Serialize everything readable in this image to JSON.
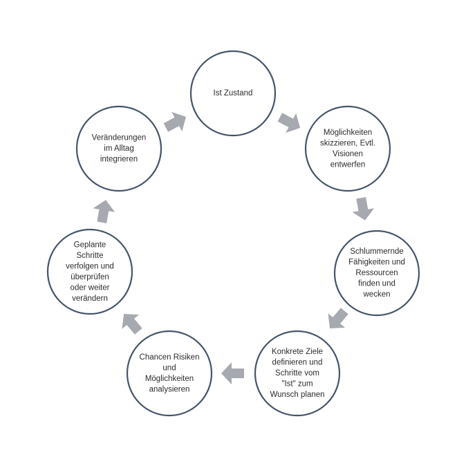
{
  "diagram": {
    "type": "cycle",
    "colors": {
      "circle_stroke": "#44546a",
      "circle_fill": "#ffffff",
      "arrow": "#a6a9af",
      "text": "#2b2b2b"
    },
    "stages": [
      {
        "lines": [
          "Ist Zustand"
        ]
      },
      {
        "lines": [
          "Möglichkeiten",
          "skizzieren, Evtl.",
          "Visionen",
          "entwerfen"
        ]
      },
      {
        "lines": [
          "Schlummernde",
          "Fähigkeiten und",
          "Ressourcen",
          "finden und",
          "wecken"
        ]
      },
      {
        "lines": [
          "Konkrete Ziele",
          "definieren und",
          "Schritte vom",
          "\"Ist\" zum",
          "Wunsch planen"
        ]
      },
      {
        "lines": [
          "Chancen Risiken",
          "und",
          "Möglichkeiten",
          "analysieren"
        ]
      },
      {
        "lines": [
          "Geplante",
          "Schritte",
          "verfolgen und",
          "überprüfen",
          "oder weiter",
          "verändern"
        ]
      },
      {
        "lines": [
          "Veränderungen",
          "im Alltag",
          "integrieren"
        ]
      }
    ],
    "arrow_icon": "chevron-arrow-icon"
  }
}
